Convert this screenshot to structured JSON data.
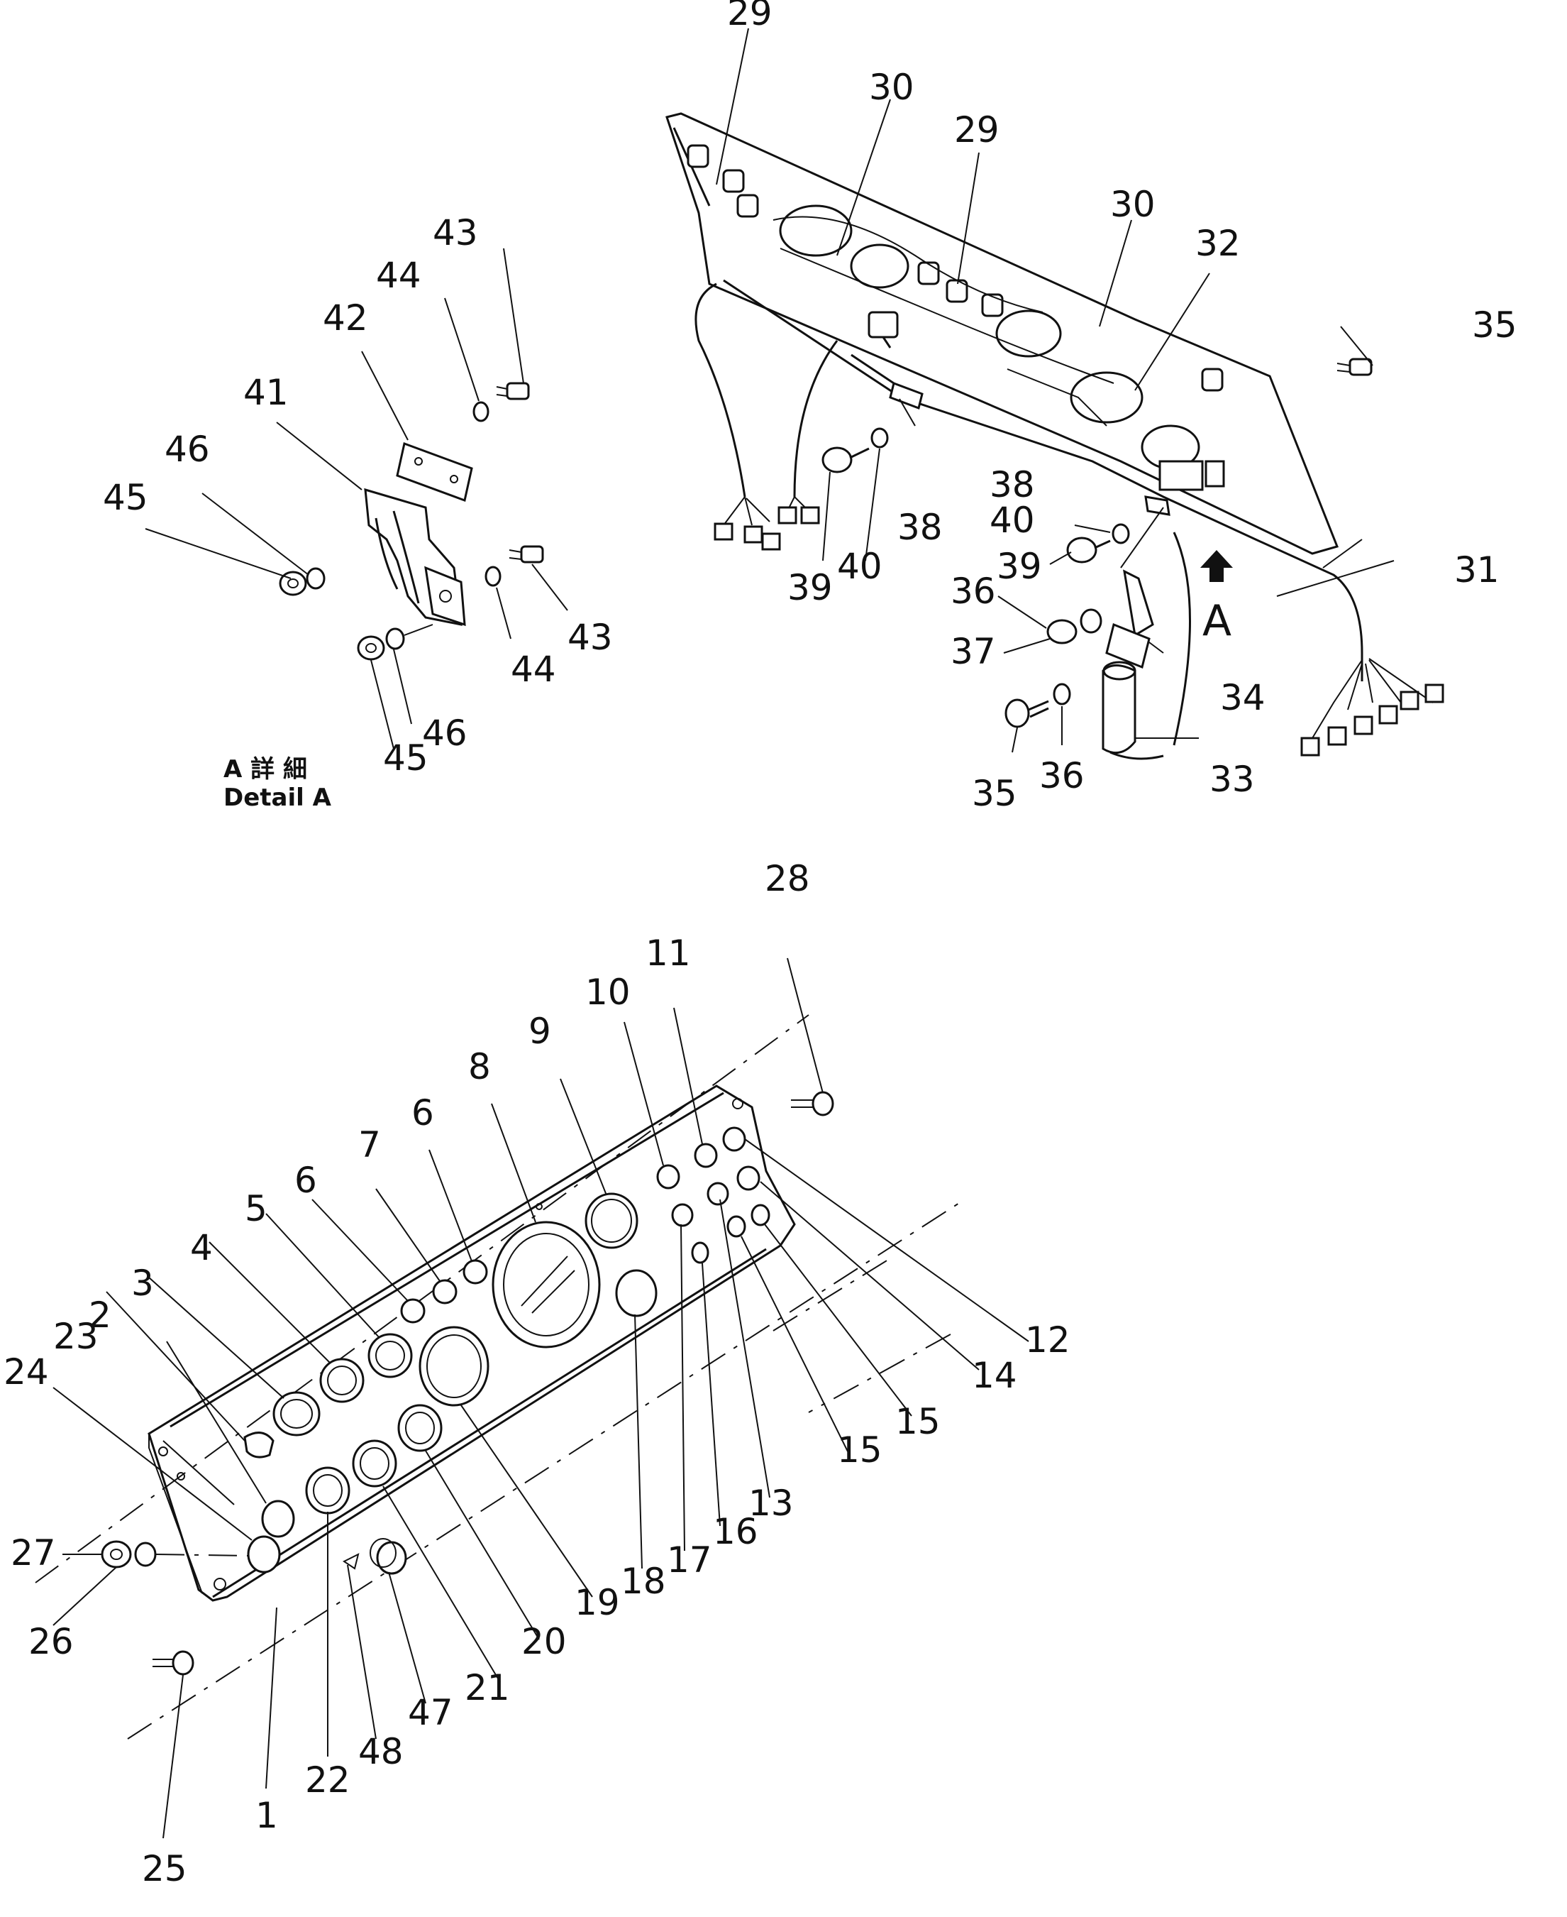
{
  "diagram": {
    "detail_caption_jp": "A 詳 細",
    "detail_caption_en": "Detail A",
    "view_letter": "A",
    "callouts": [
      "1",
      "2",
      "3",
      "4",
      "5",
      "6",
      "6",
      "7",
      "8",
      "9",
      "10",
      "11",
      "12",
      "13",
      "14",
      "15",
      "15",
      "16",
      "17",
      "18",
      "19",
      "20",
      "21",
      "22",
      "23",
      "24",
      "25",
      "26",
      "27",
      "28",
      "29",
      "29",
      "30",
      "30",
      "31",
      "32",
      "33",
      "34",
      "35",
      "35",
      "36",
      "36",
      "37",
      "38",
      "38",
      "39",
      "39",
      "40",
      "40",
      "41",
      "42",
      "43",
      "43",
      "44",
      "44",
      "45",
      "45",
      "46",
      "46",
      "47",
      "48"
    ]
  }
}
